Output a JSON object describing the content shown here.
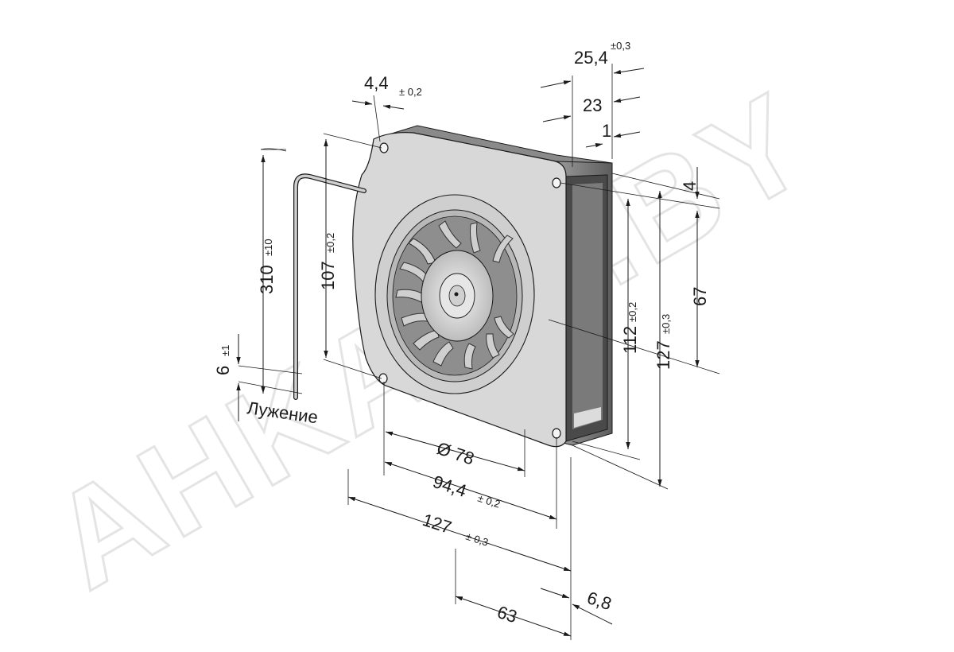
{
  "watermark": "AHKAER.BY",
  "dimensions": {
    "hole_offset": {
      "value": "4,4",
      "tol": "± 0,2"
    },
    "overall_depth": {
      "value": "25,4",
      "tol": "±0,3"
    },
    "depth_23": {
      "value": "23"
    },
    "depth_1": {
      "value": "1"
    },
    "outlet_offset": {
      "value": "4"
    },
    "outlet_height": {
      "value": "67"
    },
    "hole_vertical": {
      "value": "107",
      "tol": "±0,2"
    },
    "cable_length": {
      "value": "310",
      "tol": "±10"
    },
    "strip_length": {
      "value": "6",
      "tol": "±1"
    },
    "strip_label": "Лужение",
    "height_112": {
      "value": "112",
      "tol": "±0,2"
    },
    "height_127": {
      "value": "127",
      "tol": "±0,3"
    },
    "inlet_diameter": {
      "value": "Ø 78"
    },
    "hole_horizontal": {
      "value": "94,4",
      "tol": "± 0,2"
    },
    "width_127": {
      "value": "127",
      "tol": "± 0,3"
    },
    "offset_63": {
      "value": "63"
    },
    "offset_6_8": {
      "value": "6,8"
    }
  },
  "colors": {
    "housing_light": "#dcdcdc",
    "housing_mid": "#bdbdbd",
    "housing_dark": "#6e6e6e",
    "line": "#1a1a1a",
    "watermark": "#e8e8e8"
  }
}
